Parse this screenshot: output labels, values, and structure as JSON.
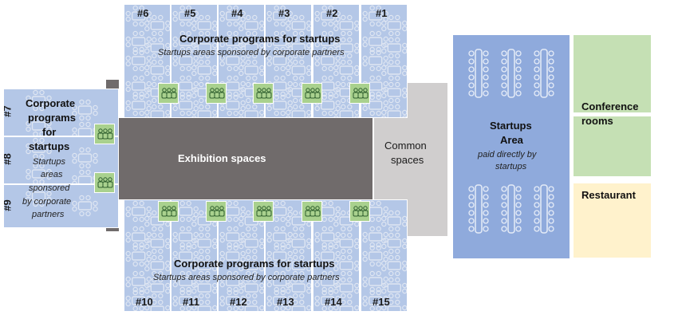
{
  "booths_top": [
    "#6",
    "#5",
    "#4",
    "#3",
    "#2",
    "#1"
  ],
  "booths_left": [
    "#7",
    "#8",
    "#9"
  ],
  "booths_bottom": [
    "#10",
    "#11",
    "#12",
    "#13",
    "#14",
    "#15"
  ],
  "corporate_top": {
    "title": "Corporate programs for startups",
    "subtitle": "Startups areas sponsored by corporate partners"
  },
  "corporate_bottom": {
    "title": "Corporate programs for startups",
    "subtitle": "Startups areas sponsored by corporate partners"
  },
  "corporate_left": {
    "title_lines": [
      "Corporate",
      "programs",
      "for",
      "startups"
    ],
    "subtitle_lines": [
      "Startups",
      "areas",
      "sponsored",
      "by corporate",
      "partners"
    ]
  },
  "exhibition": {
    "label": "Exhibition spaces"
  },
  "common": {
    "label_lines": [
      "Common",
      "spaces"
    ]
  },
  "startups_area": {
    "title_lines": [
      "Startups",
      "Area"
    ],
    "subtitle_lines": [
      "paid directly by",
      "startups"
    ]
  },
  "conference": {
    "label_lines": [
      "Conference",
      "rooms"
    ]
  },
  "restaurant": {
    "label": "Restaurant"
  },
  "colors": {
    "booth": "#b4c7e7",
    "exhibition": "#706b6b",
    "common": "#d0cece",
    "startups_area": "#8faadc",
    "conference": "#c5e0b4",
    "restaurant": "#fff2cc",
    "meeting_square": "#a9d18e"
  }
}
